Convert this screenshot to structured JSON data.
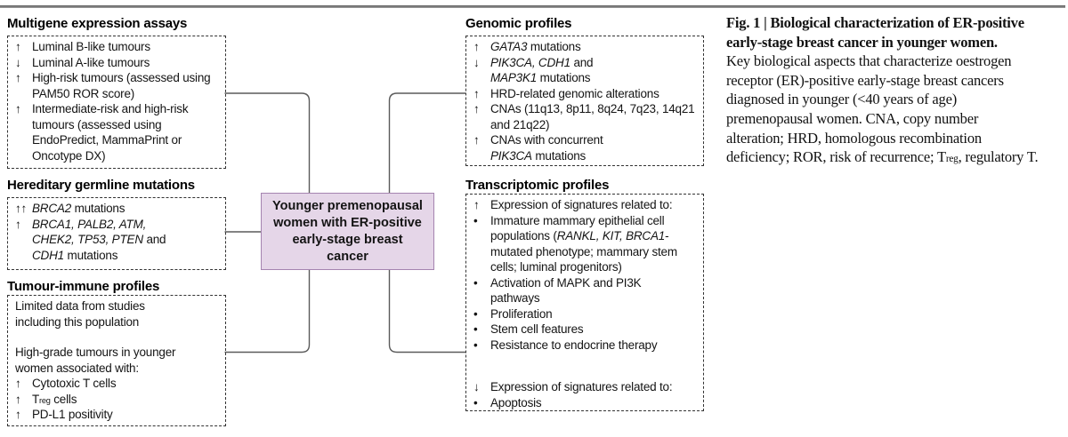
{
  "colors": {
    "center_fill": "#e5d6e8",
    "center_border": "#a584b0",
    "connector": "#5a5a5a",
    "dash": "#333333",
    "text": "#141414"
  },
  "panels": [
    {
      "id": "multigene",
      "title": "Multigene expression assays",
      "items": [
        {
          "m": "↑",
          "runs": [
            {
              "t": "Luminal B-like tumours"
            }
          ]
        },
        {
          "m": "↓",
          "runs": [
            {
              "t": "Luminal A-like tumours"
            }
          ]
        },
        {
          "m": "↑",
          "runs": [
            {
              "t": "High-risk tumours (assessed using"
            },
            {
              "br": true
            },
            {
              "t": "PAM50 ROR score)"
            }
          ]
        },
        {
          "m": "↑",
          "runs": [
            {
              "t": "Intermediate-risk and high-risk"
            },
            {
              "br": true
            },
            {
              "t": "tumours (assessed using"
            },
            {
              "br": true
            },
            {
              "t": "EndoPredict, MammaPrint or"
            },
            {
              "br": true
            },
            {
              "t": "Oncotype DX)"
            }
          ]
        }
      ]
    },
    {
      "id": "hereditary",
      "title": "Hereditary germline mutations",
      "items": [
        {
          "m": "↑↑",
          "runs": [
            {
              "t": "BRCA2",
              "i": true
            },
            {
              "t": " mutations"
            }
          ]
        },
        {
          "m": "↑",
          "runs": [
            {
              "t": "BRCA1, PALB2, ATM,",
              "i": true
            },
            {
              "br": true
            },
            {
              "t": "CHEK2, TP53, PTEN",
              "i": true
            },
            {
              "t": " and"
            },
            {
              "br": true
            },
            {
              "t": "CDH1",
              "i": true
            },
            {
              "t": " mutations"
            }
          ]
        }
      ]
    },
    {
      "id": "tumour-immune",
      "title": "Tumour-immune profiles",
      "items": [
        {
          "m": "",
          "runs": [
            {
              "t": "Limited data from studies"
            },
            {
              "br": true
            },
            {
              "t": "including this population"
            }
          ]
        },
        {
          "spacer": 17
        },
        {
          "m": "",
          "runs": [
            {
              "t": "High-grade tumours in younger"
            },
            {
              "br": true
            },
            {
              "t": "women associated with:"
            }
          ]
        },
        {
          "m": "↑",
          "runs": [
            {
              "t": "Cytotoxic T cells"
            }
          ]
        },
        {
          "m": "↑",
          "runs": [
            {
              "t": "T"
            },
            {
              "t": "reg",
              "sub": true
            },
            {
              "t": " cells"
            }
          ]
        },
        {
          "m": "↑",
          "runs": [
            {
              "t": "PD-L1 positivity"
            }
          ]
        }
      ]
    },
    {
      "id": "genomic",
      "title": "Genomic profiles",
      "items": [
        {
          "m": "↑",
          "runs": [
            {
              "t": "GATA3",
              "i": true
            },
            {
              "t": " mutations"
            }
          ]
        },
        {
          "m": "↓",
          "runs": [
            {
              "t": "PIK3CA, CDH1",
              "i": true
            },
            {
              "t": " and"
            },
            {
              "br": true
            },
            {
              "t": "MAP3K1",
              "i": true
            },
            {
              "t": " mutations"
            }
          ]
        },
        {
          "m": "↑",
          "runs": [
            {
              "t": "HRD-related genomic alterations"
            }
          ]
        },
        {
          "m": "↑",
          "runs": [
            {
              "t": "CNAs (11q13, 8p11, 8q24, 7q23, 14q21"
            },
            {
              "br": true
            },
            {
              "t": "and 21q22)"
            }
          ]
        },
        {
          "m": "↑",
          "runs": [
            {
              "t": "CNAs with concurrent"
            },
            {
              "br": true
            },
            {
              "t": "PIK3CA",
              "i": true
            },
            {
              "t": " mutations"
            }
          ]
        }
      ]
    },
    {
      "id": "transcriptomic",
      "title": "Transcriptomic profiles",
      "items": [
        {
          "m": "↑",
          "runs": [
            {
              "t": "Expression of signatures related to:"
            }
          ]
        },
        {
          "m": "•",
          "runs": [
            {
              "t": "Immature mammary epithelial cell"
            },
            {
              "br": true
            },
            {
              "t": "populations ("
            },
            {
              "t": "RANKL, KIT, BRCA1",
              "i": true
            },
            {
              "t": "-"
            },
            {
              "br": true
            },
            {
              "t": "mutated phenotype; mammary stem"
            },
            {
              "br": true
            },
            {
              "t": "cells; luminal progenitors)"
            }
          ]
        },
        {
          "m": "•",
          "runs": [
            {
              "t": "Activation of MAPK and PI3K"
            },
            {
              "br": true
            },
            {
              "t": "pathways"
            }
          ]
        },
        {
          "m": "•",
          "runs": [
            {
              "t": "Proliferation"
            }
          ]
        },
        {
          "m": "•",
          "runs": [
            {
              "t": "Stem cell features"
            }
          ]
        },
        {
          "m": "•",
          "runs": [
            {
              "t": "Resistance to endocrine therapy"
            }
          ]
        },
        {
          "spacer": 30
        },
        {
          "m": "↓",
          "runs": [
            {
              "t": "Expression of signatures related to:"
            }
          ]
        },
        {
          "m": "•",
          "runs": [
            {
              "t": "Apoptosis"
            }
          ]
        }
      ]
    }
  ],
  "center_box": {
    "label": "Younger premenopausal women with ER-positive early-stage breast cancer"
  },
  "caption": {
    "runs": [
      {
        "t": "Fig. 1 | Biological characterization of ER-positive",
        "b": true
      },
      {
        "br": true
      },
      {
        "t": "early-stage breast cancer in younger women.",
        "b": true
      },
      {
        "br": true
      },
      {
        "t": "Key biological aspects that characterize oestrogen"
      },
      {
        "br": true
      },
      {
        "t": "receptor (ER)-positive early-stage breast cancers"
      },
      {
        "br": true
      },
      {
        "t": "diagnosed in younger (<40 years of age)"
      },
      {
        "br": true
      },
      {
        "t": "premenopausal women. CNA, copy number"
      },
      {
        "br": true
      },
      {
        "t": "alteration; HRD, homologous recombination"
      },
      {
        "br": true
      },
      {
        "t": "deficiency; ROR, risk of recurrence; T"
      },
      {
        "t": "reg",
        "sub": true
      },
      {
        "t": ", regulatory T."
      }
    ]
  }
}
